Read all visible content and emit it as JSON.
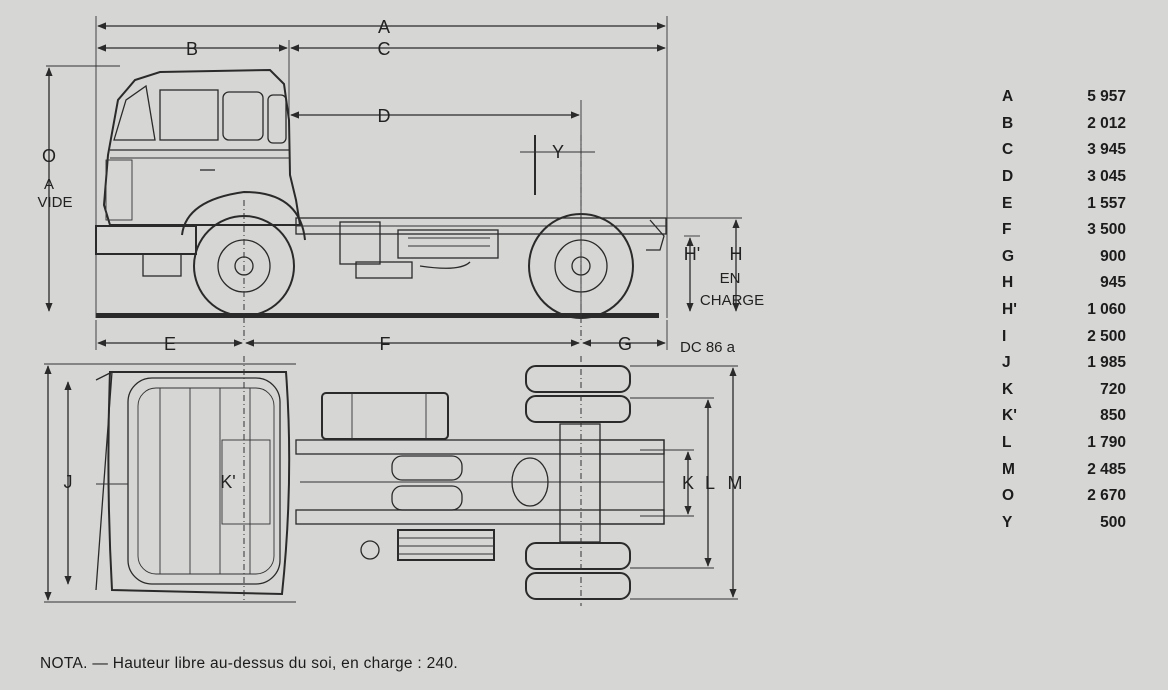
{
  "dimensions": [
    {
      "key": "A",
      "value": "5 957"
    },
    {
      "key": "B",
      "value": "2 012"
    },
    {
      "key": "C",
      "value": "3 945"
    },
    {
      "key": "D",
      "value": "3 045"
    },
    {
      "key": "E",
      "value": "1 557"
    },
    {
      "key": "F",
      "value": "3 500"
    },
    {
      "key": "G",
      "value": "900"
    },
    {
      "key": "H",
      "value": "945"
    },
    {
      "key": "H'",
      "value": "1 060"
    },
    {
      "key": "I",
      "value": "2 500"
    },
    {
      "key": "J",
      "value": "1 985"
    },
    {
      "key": "K",
      "value": "720"
    },
    {
      "key": "K'",
      "value": "850"
    },
    {
      "key": "L",
      "value": "1 790"
    },
    {
      "key": "M",
      "value": "2 485"
    },
    {
      "key": "O",
      "value": "2 670"
    },
    {
      "key": "Y",
      "value": "500"
    }
  ],
  "drawing_labels": {
    "A": "A",
    "B": "B",
    "C": "C",
    "D": "D",
    "Y": "Y",
    "O": "O",
    "a_vide_1": "A",
    "a_vide_2": "VIDE",
    "H_prime": "H'",
    "H": "H",
    "en_charge_1": "EN",
    "en_charge_2": "CHARGE",
    "E": "E",
    "F": "F",
    "G": "G",
    "ref": "DC 86 a",
    "J": "J",
    "K_prime": "K'",
    "K": "K",
    "L": "L",
    "M": "M"
  },
  "note": "NOTA. — Hauteur libre au-dessus du soi, en charge : 240."
}
